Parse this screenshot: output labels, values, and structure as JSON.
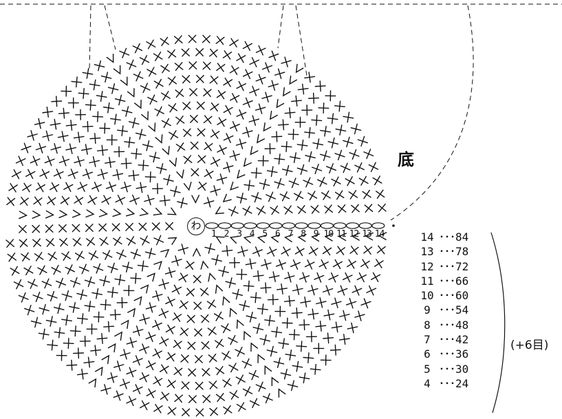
{
  "diagram": {
    "ring_label": "わ",
    "bottom_label": "底",
    "increase_label": "(+6目)",
    "round_numbers": [
      "1",
      "2",
      "3",
      "4",
      "5",
      "6",
      "7",
      "8",
      "9",
      "10",
      "11",
      "12",
      "13",
      "14"
    ],
    "counts": [
      {
        "round": "14",
        "text": "･･･84"
      },
      {
        "round": "13",
        "text": "･･･78"
      },
      {
        "round": "12",
        "text": "･･･72"
      },
      {
        "round": "11",
        "text": "･･･66"
      },
      {
        "round": "10",
        "text": "･･･60"
      },
      {
        "round": "9",
        "text": "･･･54"
      },
      {
        "round": "8",
        "text": "･･･48"
      },
      {
        "round": "7",
        "text": "･･･42"
      },
      {
        "round": "6",
        "text": "･･･36"
      },
      {
        "round": "5",
        "text": "･･･30"
      },
      {
        "round": "4",
        "text": "･･･24"
      }
    ],
    "rounds_total": 14,
    "stitches_first_round": 6,
    "increase_per_round": 6
  }
}
